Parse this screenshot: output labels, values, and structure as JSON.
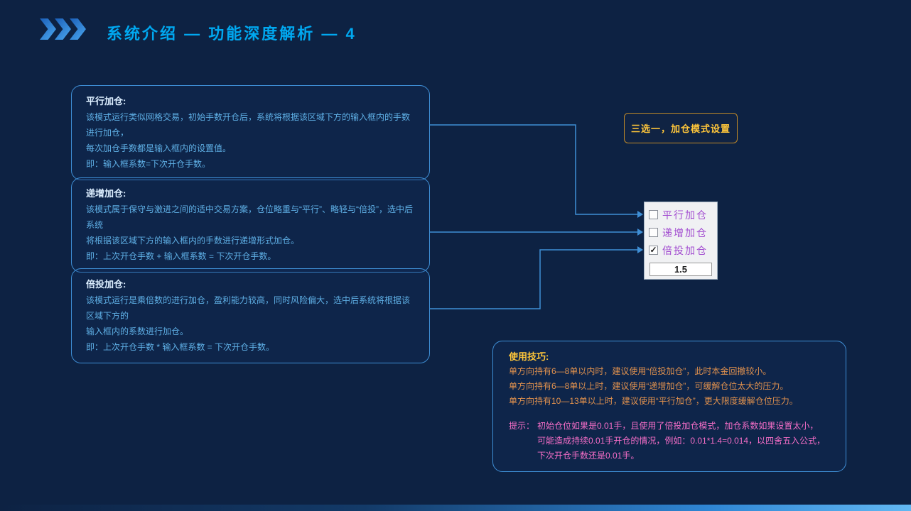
{
  "header": {
    "title": "系统介绍 — 功能深度解析 — 4"
  },
  "info_boxes": [
    {
      "title": "平行加仓:",
      "lines": [
        "该模式运行类似网格交易，初始手数开仓后，系统将根据该区域下方的输入框内的手数进行加仓，",
        "每次加仓手数都是输入框内的设置值。",
        "即：输入框系数=下次开仓手数。"
      ]
    },
    {
      "title": "递增加仓:",
      "lines": [
        "该模式属于保守与激进之间的适中交易方案，仓位略重与“平行”、略轻与“倍投”，选中后系统",
        "将根据该区域下方的输入框内的手数进行递增形式加仓。",
        "即：上次开仓手数 + 输入框系数 = 下次开仓手数。"
      ]
    },
    {
      "title": "倍投加仓:",
      "lines": [
        "该模式运行是乘倍数的进行加仓，盈利能力较高，同时风险偏大，选中后系统将根据该区域下方的",
        "输入框内的系数进行加仓。",
        "即：上次开仓手数 * 输入框系数 = 下次开仓手数。"
      ]
    }
  ],
  "mode_label": "三选一，加仓模式设置",
  "panel": {
    "options": [
      {
        "label": "平行加仓",
        "checked": false,
        "mark": ""
      },
      {
        "label": "递增加仓",
        "checked": false,
        "mark": ""
      },
      {
        "label": "倍投加仓",
        "checked": true,
        "mark": "✓"
      }
    ],
    "input_value": "1.5"
  },
  "tips": {
    "title": "使用技巧:",
    "lines": [
      "单方向持有6—8单以内时，建议使用“倍投加仓”，此时本金回撤较小。",
      "单方向持有6—8单以上时，建议使用“递增加仓”，可缓解仓位太大的压力。",
      "单方向持有10—13单以上时，建议使用“平行加仓”，更大限度缓解仓位压力。"
    ],
    "note_label": "提示：",
    "note_lines": [
      "初始仓位如果是0.01手，且使用了倍投加仓模式，加仓系数如果设置太小，",
      "可能造成持续0.01手开仓的情况，例如：0.01*1.4=0.014，以四舍五入公式，",
      "下次开仓手数还是0.01手。"
    ]
  },
  "colors": {
    "background": "#0d2243",
    "title_blue": "#00a8f0",
    "box_border": "#3f8fd6",
    "body_text": "#5fb0e6",
    "accent_yellow": "#ffc63a",
    "tip_orange": "#e0914e",
    "note_pink": "#f76ec8",
    "option_purple": "#a24cd0"
  }
}
